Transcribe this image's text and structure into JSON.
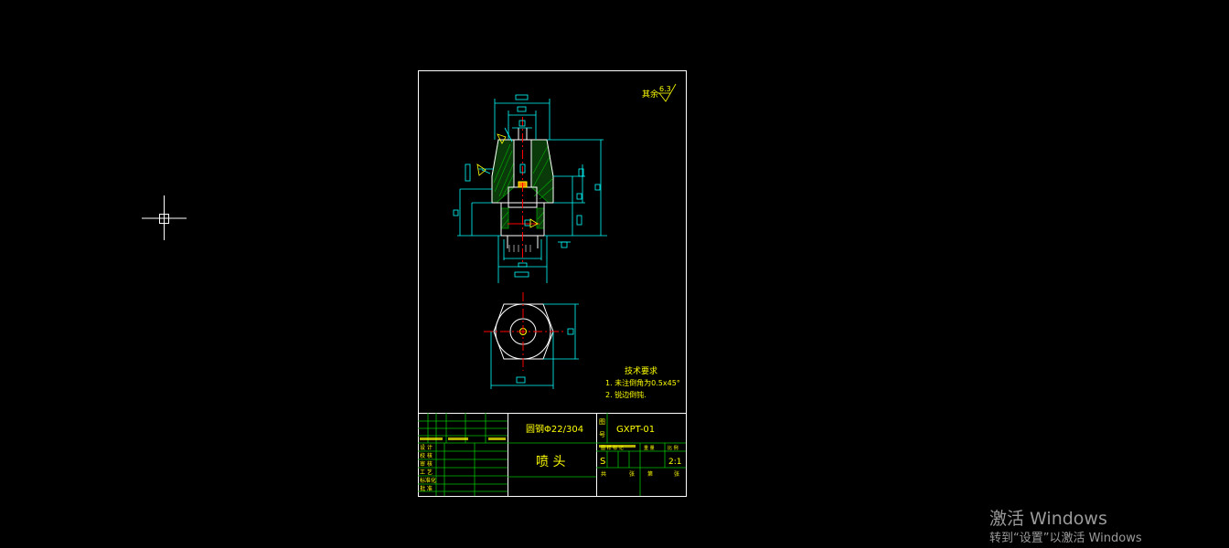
{
  "drawing": {
    "surface_note": {
      "label": "其余",
      "roughness": "6.3"
    },
    "technical_requirements": {
      "title": "技术要求",
      "items": [
        "1. 未注倒角为0.5x45°",
        "2. 锐边倒钝."
      ]
    },
    "title_block": {
      "material": "圆钢Φ22/304",
      "part_name": "喷 头",
      "drawing_number": "GXPT-01",
      "number_label_top": "图",
      "number_label_bottom": "号",
      "stage_mark": "S",
      "scale": "2:1",
      "left_row_labels": [
        "设 计",
        "校 核",
        "审 核",
        "工 艺",
        "标准化",
        "批 准"
      ],
      "right_header_cells": [
        "图 样 标 记",
        "重 量",
        "比 例"
      ],
      "footer_cells": [
        "共",
        "张",
        "第",
        "张"
      ]
    }
  },
  "colors": {
    "background": "#000000",
    "frame": "#ffffff",
    "dimension": "#00ffff",
    "centerline": "#ff0000",
    "hatch": "#00a000",
    "table_lines": "#00c000",
    "text": "#ffff00"
  },
  "watermark": {
    "title": "激活 Windows",
    "subtitle": "转到“设置”以激活 Windows"
  }
}
